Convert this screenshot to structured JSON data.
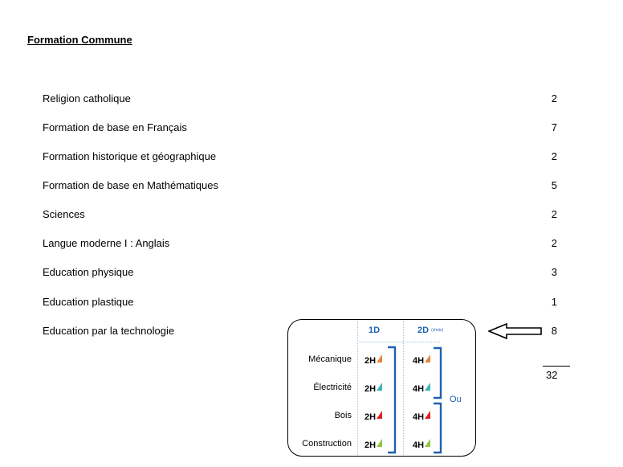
{
  "heading": "Formation Commune",
  "subjects": [
    {
      "name": "Religion catholique",
      "hours": "2"
    },
    {
      "name": "Formation de base en Français",
      "hours": "7"
    },
    {
      "name": "Formation historique et géographique",
      "hours": "2"
    },
    {
      "name": "Formation de base en Mathématiques",
      "hours": "5"
    },
    {
      "name": "Sciences",
      "hours": "2"
    },
    {
      "name": "Langue moderne I : Anglais",
      "hours": "2"
    },
    {
      "name": "Education physique",
      "hours": "3"
    },
    {
      "name": "Education plastique",
      "hours": "1"
    },
    {
      "name": "Education par la technologie",
      "hours": "8"
    }
  ],
  "total": "32",
  "technology_box": {
    "col1": "1D",
    "col2": "2D",
    "col2_note": "(choix)",
    "or_label": "Ou",
    "rows": [
      {
        "domain": "Mécanique",
        "d1": "2H",
        "d2": "4H",
        "color": "#e8853a"
      },
      {
        "domain": "Électricité",
        "d1": "2H",
        "d2": "4H",
        "color": "#3bb5b8"
      },
      {
        "domain": "Bois",
        "d1": "2H",
        "d2": "4H",
        "color": "#e02020"
      },
      {
        "domain": "Construction",
        "d1": "2H",
        "d2": "4H",
        "color": "#8dc63f"
      }
    ]
  },
  "arrow_icon": "left-arrow-icon",
  "bracket_color": "#1f5fb0"
}
